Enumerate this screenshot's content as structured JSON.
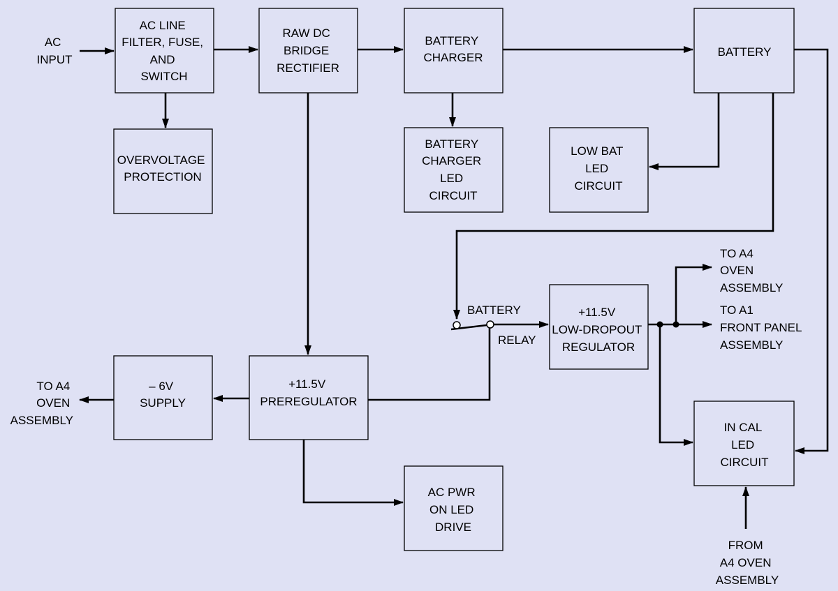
{
  "colors": {
    "background": "#dfe1f4",
    "line": "#000000",
    "text": "#000000"
  },
  "blocks": {
    "ac_filter": [
      "AC LINE",
      "FILTER, FUSE,",
      "AND",
      "SWITCH"
    ],
    "rectifier": [
      "RAW DC",
      "BRIDGE",
      "RECTIFIER"
    ],
    "charger": [
      "BATTERY",
      "CHARGER"
    ],
    "battery": [
      "BATTERY"
    ],
    "overvoltage": [
      "OVERVOLTAGE",
      "PROTECTION"
    ],
    "charger_led": [
      "BATTERY",
      "CHARGER",
      "LED",
      "CIRCUIT"
    ],
    "low_bat_led": [
      "LOW BAT",
      "LED",
      "CIRCUIT"
    ],
    "ldo": [
      "+11.5V",
      "LOW-DROPOUT",
      "REGULATOR"
    ],
    "neg_supply": [
      "– 6V",
      "SUPPLY"
    ],
    "preregulator": [
      "+11.5V",
      "PREREGULATOR"
    ],
    "in_cal_led": [
      "IN CAL",
      "LED",
      "CIRCUIT"
    ],
    "ac_pwr_led": [
      "AC PWR",
      "ON LED",
      "DRIVE"
    ]
  },
  "labels": {
    "ac_input": [
      "AC",
      "INPUT"
    ],
    "relay_top": "BATTERY",
    "relay_bottom": "RELAY",
    "to_a4_oven_right": [
      "TO A4",
      "OVEN",
      "ASSEMBLY"
    ],
    "to_a1_front_panel": [
      "TO A1",
      "FRONT PANEL",
      "ASSEMBLY"
    ],
    "to_a4_oven_left": [
      "TO A4",
      "OVEN",
      "ASSEMBLY"
    ],
    "from_a4_oven": [
      "FROM",
      "A4 OVEN",
      "ASSEMBLY"
    ]
  }
}
